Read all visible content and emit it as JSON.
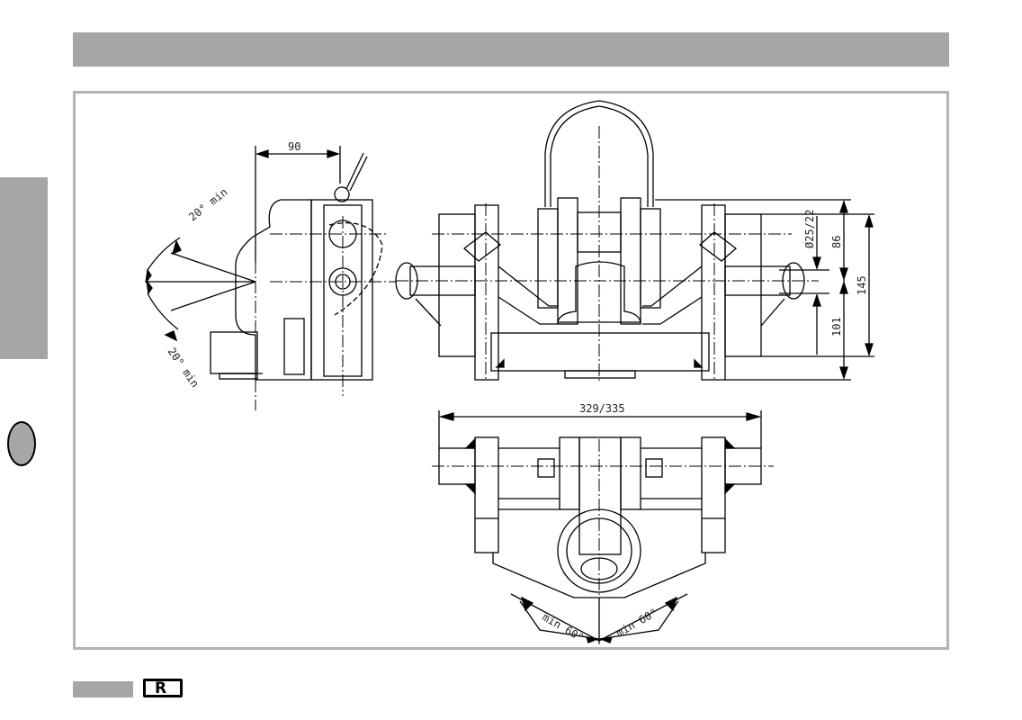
{
  "page": {
    "section_marker_letter": "",
    "language_badge": "R"
  },
  "drawing": {
    "side_view": {
      "dim_width": "90",
      "angle_top": "20° min",
      "angle_bottom": "20° min"
    },
    "front_view": {
      "dim_pin_diameter": "Ø25/22",
      "dim_86": "86",
      "dim_145": "145",
      "dim_101": "101"
    },
    "top_view": {
      "dim_width": "329/335",
      "angle_left": "min 60°",
      "angle_right": "min 60°"
    }
  },
  "colors": {
    "panel_gray": "#a6a6a6",
    "frame_border": "#b3b3b3",
    "line": "#000000"
  }
}
